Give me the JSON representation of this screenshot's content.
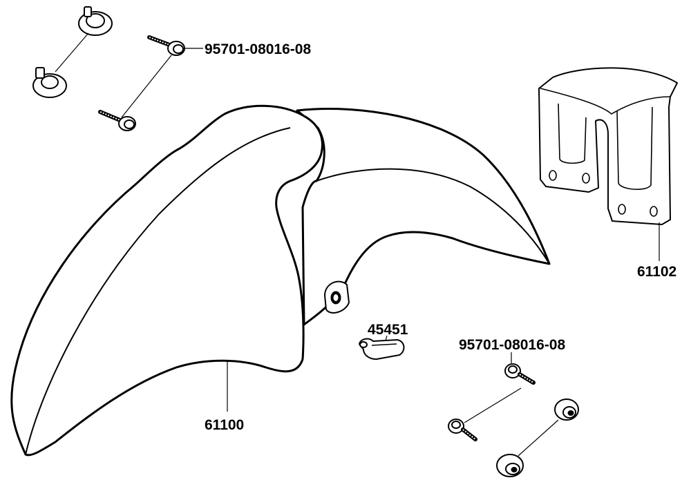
{
  "labels": {
    "bolt_top": "95701-08016-08",
    "bracket": "61102",
    "clip": "45451",
    "bolt_bottom": "95701-08016-08",
    "fender": "61100"
  }
}
